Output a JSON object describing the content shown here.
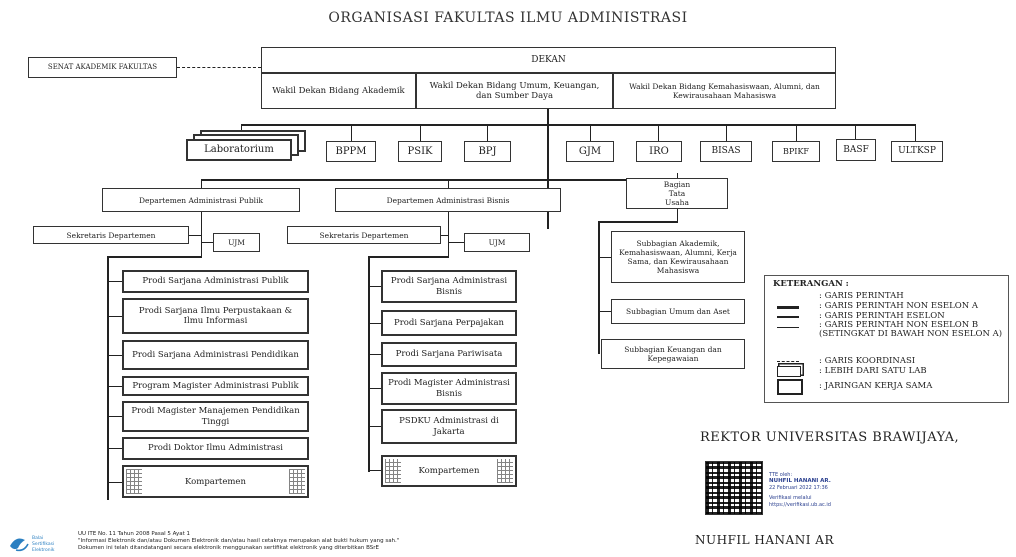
{
  "title": "ORGANISASI FAKULTAS ILMU ADMINISTRASI",
  "senat": "SENAT AKADEMIK FAKULTAS",
  "dekan": "DEKAN",
  "wakil": [
    "Wakil Dekan Bidang Akademik",
    "Wakil Dekan Bidang Umum, Keuangan, dan Sumber Daya",
    "Wakil Dekan Bidang Kemahasiswaan, Alumni, dan Kewirausahaan Mahasiswa"
  ],
  "units_left": [
    "Laboratorium",
    "BPPM",
    "PSIK",
    "BPJ"
  ],
  "units_right": [
    "GJM",
    "IRO",
    "BISAS",
    "BPIKF",
    "BASF",
    "ULTKSP"
  ],
  "dept_publik": {
    "name": "Departemen Administrasi Publik",
    "sekretaris": "Sekretaris Departemen",
    "ujm": "UJM",
    "prodi": [
      "Prodi Sarjana Administrasi Publik",
      "Prodi Sarjana Ilmu Perpustakaan & Ilmu Informasi",
      "Prodi Sarjana Administrasi Pendidikan",
      "Program Magister Administrasi Publik",
      "Prodi Magister Manajemen Pendidikan Tinggi",
      "Prodi Doktor Ilmu Administrasi"
    ],
    "kompartemen": "Kompartemen"
  },
  "dept_bisnis": {
    "name": "Departemen Administrasi Bisnis",
    "sekretaris": "Sekretaris Departemen",
    "ujm": "UJM",
    "prodi": [
      "Prodi Sarjana Administrasi Bisnis",
      "Prodi Sarjana Perpajakan",
      "Prodi Sarjana Pariwisata",
      "Prodi Magister Administrasi Bisnis",
      "PSDKU Administrasi di Jakarta"
    ],
    "kompartemen": "Kompartemen"
  },
  "tata_usaha": {
    "name": "Bagian Tata Usaha",
    "sub": [
      "Subbagian Akademik, Kemahasiswaan, Alumni, Kerja Sama, dan Kewirausahaan Mahasiswa",
      "Subbagian Umum dan Aset",
      "Subbagian Keuangan dan Kepegawaian"
    ]
  },
  "legend": {
    "title": "KETERANGAN :",
    "items": [
      ": GARIS PERINTAH",
      ": GARIS PERINTAH NON ESELON A",
      ": GARIS PERINTAH ESELON",
      ": GARIS PERINTAH NON ESELON B (SETINGKAT DI BAWAH NON ESELON A)",
      ": GARIS KOORDINASI",
      ": LEBIH DARI SATU LAB",
      ": JARINGAN KERJA SAMA"
    ]
  },
  "rektor": "REKTOR UNIVERSITAS BRAWIJAYA,",
  "signature": {
    "line1": "TTE oleh:",
    "line2": "NUHFIL HANANI AR.",
    "line3": "22 Februari 2022 17:36",
    "line4": "Verifikasi melalui",
    "line5": "https://verifikasi.ub.ac.id"
  },
  "nama": "NUHFIL HANANI AR",
  "footer": {
    "logo": "Balai Sertifikasi Elektronik",
    "line1": "UU ITE No. 11 Tahun 2008 Pasal 5 Ayat 1",
    "line2": "\"Informasi Elektronik dan/atau Dokumen Elektronik dan/atau hasil cetaknya merupakan alat bukti hukum yang sah.\"",
    "line3": "Dokumen ini telah ditandatangani secara elektronik menggunakan sertifikat elektronik yang diterbitkan BSrE"
  }
}
